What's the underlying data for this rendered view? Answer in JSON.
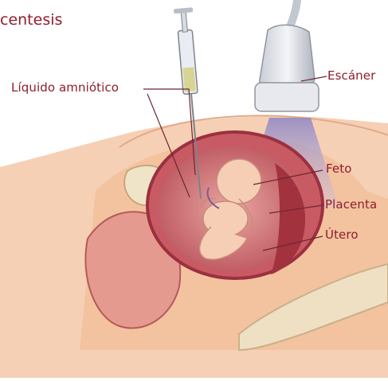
{
  "title": "centesis",
  "labels": {
    "liquido": "Líquido amniótico",
    "escaner": "Escáner",
    "feto": "Feto",
    "placenta": "Placenta",
    "utero": "Útero"
  },
  "colors": {
    "label_text": "#8f1d2e",
    "skin": "#f3c7a7",
    "uterus_wall": "#b8434f",
    "amniotic_fluid": "#d98a8a",
    "fetus": "#f5cbb3",
    "ultrasound_beam": "#9a92c9"
  }
}
